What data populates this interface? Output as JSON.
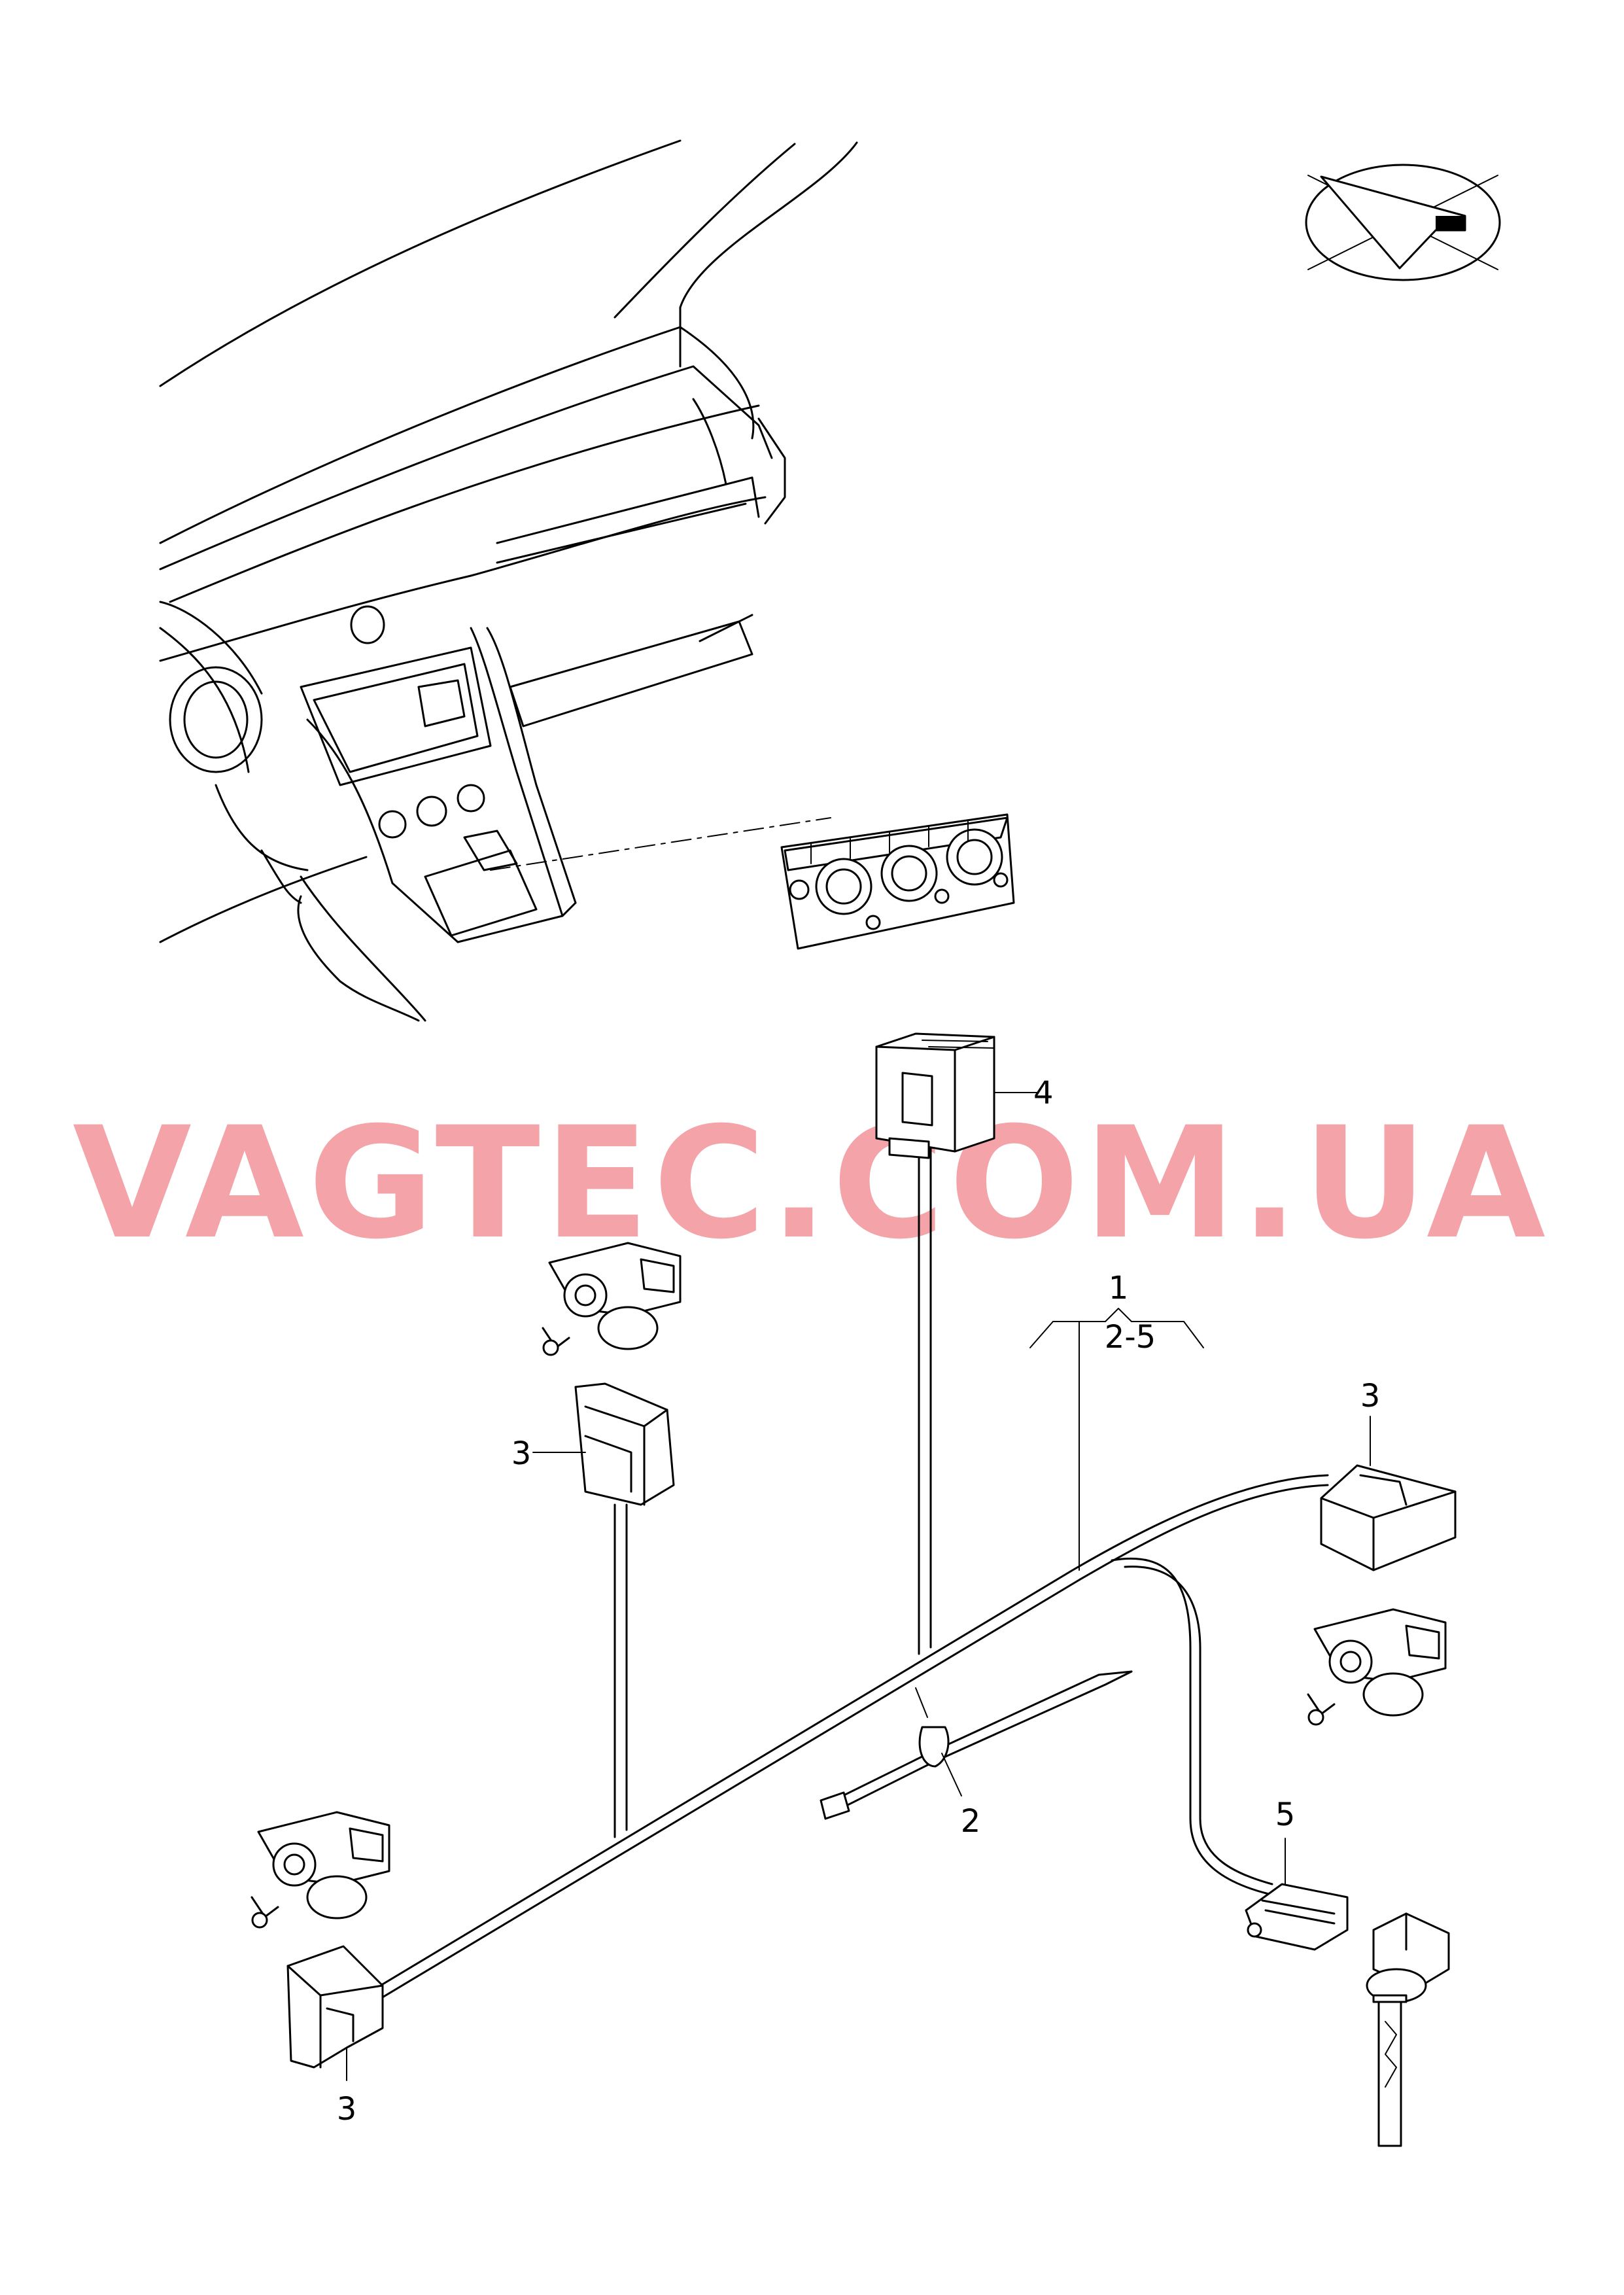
{
  "watermark": {
    "text": "VAGTEC.COM.UA",
    "color": "#f4a3a8"
  },
  "callouts": [
    {
      "id": "1",
      "text": "1"
    },
    {
      "id": "2-5",
      "text": "2-5"
    },
    {
      "id": "2",
      "text": "2"
    },
    {
      "id": "3a",
      "text": "3"
    },
    {
      "id": "3b",
      "text": "3"
    },
    {
      "id": "3c",
      "text": "3"
    },
    {
      "id": "4",
      "text": "4"
    },
    {
      "id": "5",
      "text": "5"
    }
  ],
  "icons": {
    "orientation": "direction-arrow-icon",
    "dashboard": "dashboard-icon",
    "climate_panel": "climate-control-panel-icon",
    "actuator": "servo-motor-icon",
    "connector": "connector-icon",
    "sensor": "temperature-sensor-icon",
    "harness": "wiring-harness-icon"
  }
}
